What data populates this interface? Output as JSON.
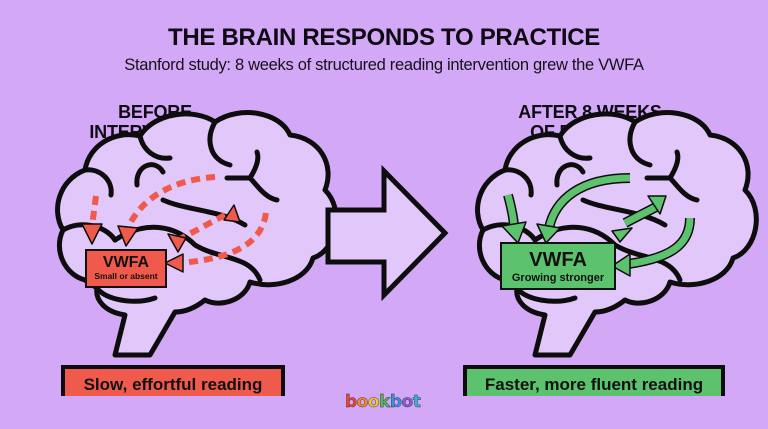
{
  "header": {
    "title": "THE BRAIN RESPONDS TO PRACTICE",
    "subtitle": "Stanford study: 8 weeks of structured reading intervention grew the VWFA"
  },
  "panels": [
    {
      "id": "before",
      "heading_line1": "BEFORE",
      "heading_line2": "INTERVENTION",
      "vwfa_label": "VWFA",
      "vwfa_sublabel": "Small or absent",
      "vwfa_color": "#f05a4c",
      "arrow_style": "dashed",
      "result": "Slow, effortful reading"
    },
    {
      "id": "after",
      "heading_line1": "AFTER 8 WEEKS",
      "heading_line2": "OF PRACTICE",
      "vwfa_label": "VWFA",
      "vwfa_sublabel": "Growing stronger",
      "vwfa_color": "#5cc26e",
      "arrow_style": "solid",
      "result": "Faster, more fluent reading"
    }
  ],
  "transition_arrow": "right-arrow-icon",
  "logo": {
    "letters": [
      "b",
      "o",
      "o",
      "k",
      "b",
      "o",
      "t"
    ],
    "colors": [
      "#e8443a",
      "#f08a2c",
      "#f2c531",
      "#56b45a",
      "#3a8ee6",
      "#8a5cd8",
      "#3ab0d8"
    ]
  },
  "colors": {
    "background": "#d3a9f7",
    "brain_fill": "#e2c7fb",
    "outline": "#0d0d0d",
    "before_accent": "#f05a4c",
    "after_accent": "#5cc26e"
  }
}
